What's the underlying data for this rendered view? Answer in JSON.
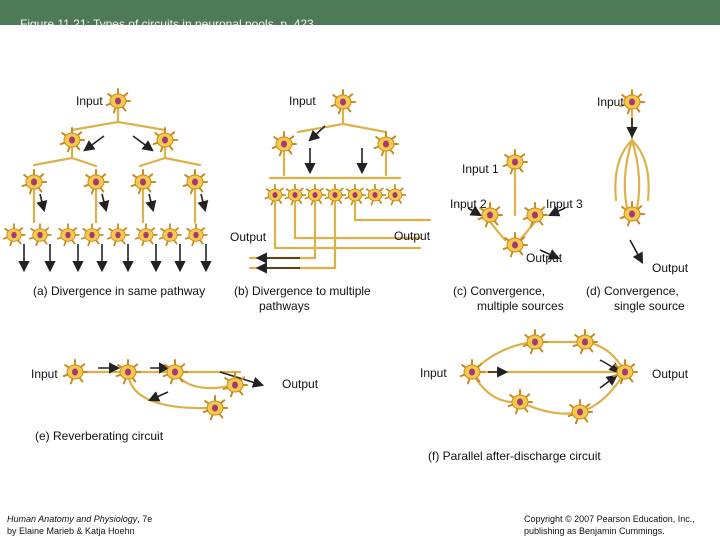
{
  "header": {
    "title": "Figure 11.21: Types of circuits in neuronal pools, p. 423",
    "bar_color": "#4f7a57"
  },
  "labels": {
    "a_input": "Input",
    "b_input": "Input",
    "c_input1": "Input 1",
    "c_input2": "Input 2",
    "c_input3": "Input 3",
    "c_output": "Output",
    "d_input": "Input",
    "d_output": "Output",
    "b_output_left": "Output",
    "b_output_right": "Output",
    "e_input": "Input",
    "e_output": "Output",
    "f_input": "Input",
    "f_output": "Output"
  },
  "captions": {
    "a": "(a)  Divergence in same pathway",
    "b1": "(b)  Divergence to multiple",
    "b2": "pathways",
    "c1": "(c)  Convergence,",
    "c2": "multiple sources",
    "d1": "(d)  Convergence,",
    "d2": "single source",
    "e": "(e)  Reverberating circuit",
    "f": "(f)  Parallel after-discharge circuit"
  },
  "footer": {
    "book_title": "Human Anatomy and Physiology",
    "edition": ", 7e",
    "authors": "by Elaine Marieb & Katja Hoehn",
    "copyright1": "Copyright © 2007 Pearson Education, Inc.,",
    "copyright2": "publishing as Benjamin Cummings."
  },
  "colors": {
    "neuron_fill": "#f6c94a",
    "neuron_stroke": "#c98a1e",
    "nucleus": "#a23a7a",
    "axon": "#ddb14a",
    "arrow": "#222222"
  }
}
